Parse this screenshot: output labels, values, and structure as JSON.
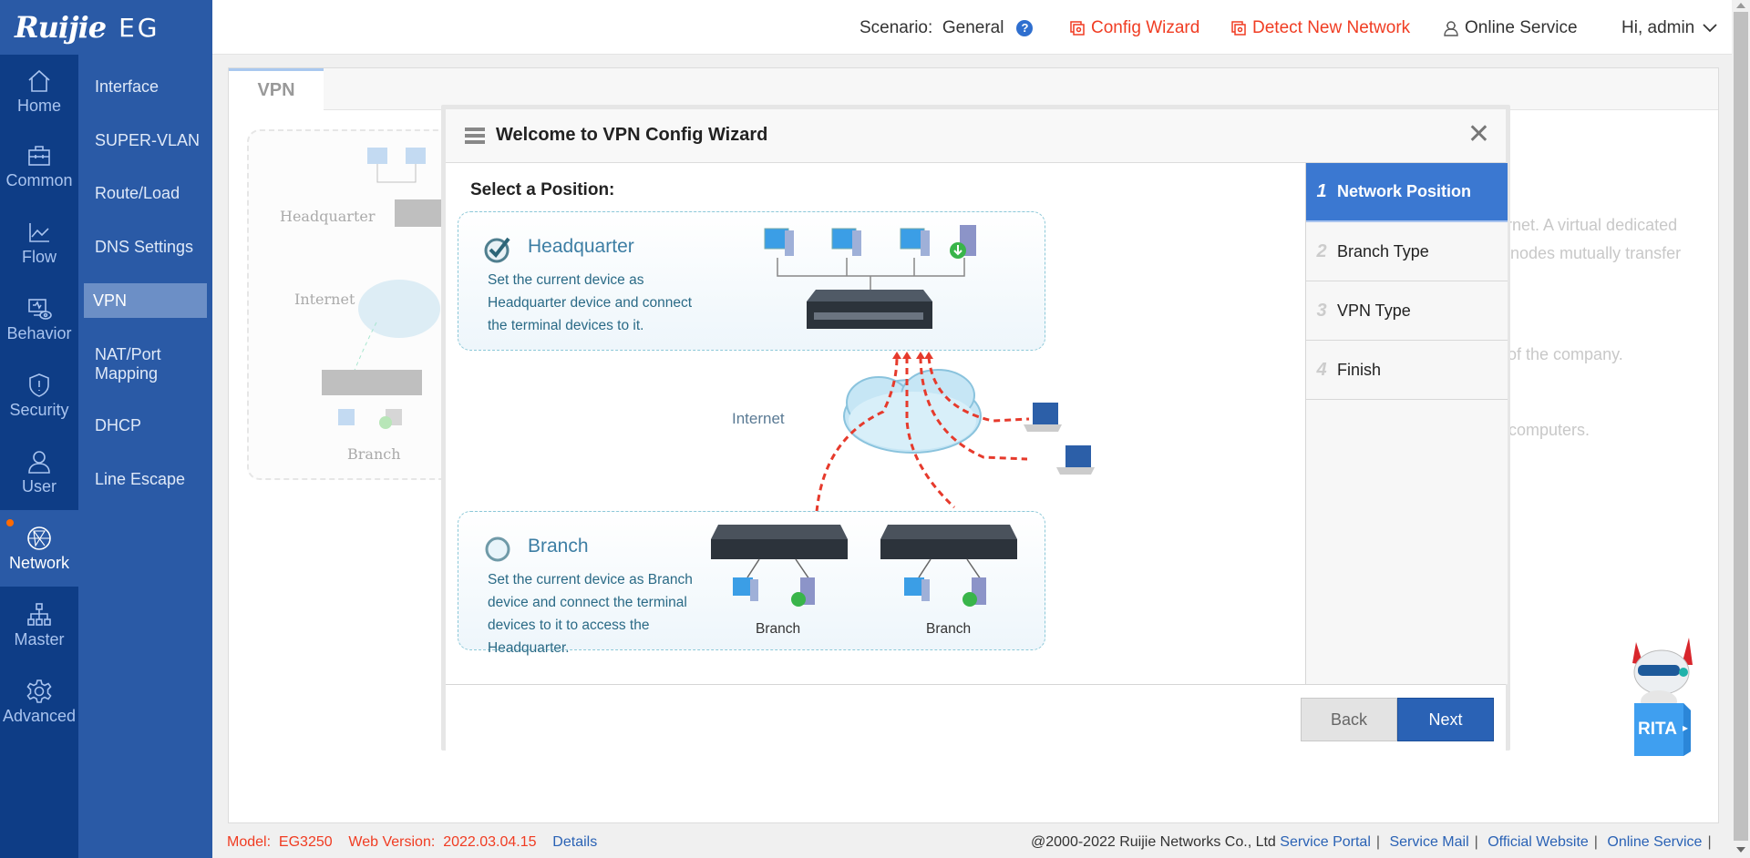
{
  "brand": {
    "logo": "Ruijie",
    "product": "EG"
  },
  "header": {
    "scenario_label": "Scenario:",
    "scenario_value": "General",
    "help_icon": "?",
    "config_wizard": "Config Wizard",
    "detect_network": "Detect New Network",
    "online_service": "Online Service",
    "user_greeting": "Hi, admin"
  },
  "sidebar": {
    "main_items": [
      {
        "label": "Home",
        "icon": "home-icon"
      },
      {
        "label": "Common",
        "icon": "toolbox-icon"
      },
      {
        "label": "Flow",
        "icon": "chart-line-icon"
      },
      {
        "label": "Behavior",
        "icon": "monitor-eye-icon"
      },
      {
        "label": "Security",
        "icon": "shield-icon"
      },
      {
        "label": "User",
        "icon": "user-icon"
      },
      {
        "label": "Network",
        "icon": "globe-network-icon",
        "active": true,
        "notification": true
      },
      {
        "label": "Master",
        "icon": "hierarchy-icon"
      },
      {
        "label": "Advanced",
        "icon": "gear-icon"
      }
    ],
    "sub_items": [
      {
        "label": "Interface"
      },
      {
        "label": "SUPER-VLAN"
      },
      {
        "label": "Route/Load"
      },
      {
        "label": "DNS Settings"
      },
      {
        "label": "VPN",
        "active": true
      },
      {
        "label": "NAT/Port Mapping"
      },
      {
        "label": "DHCP"
      },
      {
        "label": "Line Escape"
      }
    ]
  },
  "page": {
    "tab": "VPN",
    "background_diagram": {
      "headquarter": "Headquarter",
      "internet": "Internet",
      "branch": "Branch"
    },
    "background_text": [
      "rnet. A virtual dedicated",
      "nodes mutually transfer",
      "of the company.",
      "computers."
    ]
  },
  "wizard": {
    "title": "Welcome to VPN Config Wizard",
    "select_title": "Select a Position:",
    "options": [
      {
        "title": "Headquarter",
        "desc": "Set the current device as Headquarter device and connect the terminal devices to it.",
        "selected": true
      },
      {
        "title": "Branch",
        "desc": "Set the current device as Branch device and connect the terminal devices to it to access the Headquarter.",
        "selected": false
      }
    ],
    "diagram": {
      "internet_label": "Internet",
      "branch_label_1": "Branch",
      "branch_label_2": "Branch"
    },
    "steps": [
      {
        "num": "1",
        "label": "Network Position",
        "active": true
      },
      {
        "num": "2",
        "label": "Branch Type"
      },
      {
        "num": "3",
        "label": "VPN Type"
      },
      {
        "num": "4",
        "label": "Finish"
      }
    ],
    "back_label": "Back",
    "next_label": "Next"
  },
  "assistant": {
    "label": "RITA"
  },
  "footer": {
    "model_label": "Model:",
    "model_value": "EG3250",
    "version_label": "Web Version:",
    "version_value": "2022.03.04.15",
    "details": "Details",
    "copyright": "@2000-2022 Ruijie Networks Co., Ltd",
    "links": [
      "Service Portal",
      "Service Mail",
      "Official Website",
      "Online Service"
    ]
  },
  "colors": {
    "sidebar_dark": "#0e3d86",
    "sidebar_light": "#2a5aa6",
    "accent_red": "#f03c22",
    "step_active": "#3b78d1",
    "next_button": "#2a62b5"
  }
}
